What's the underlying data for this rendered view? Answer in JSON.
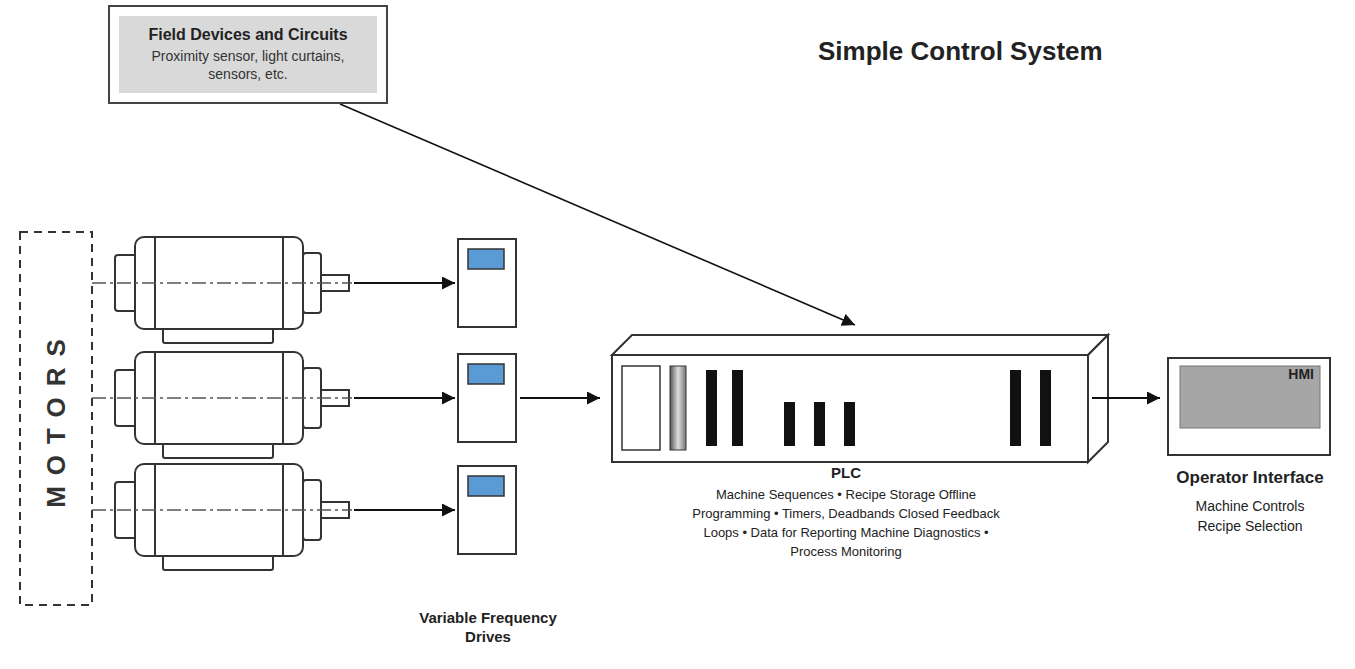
{
  "diagram": {
    "title": "Simple Control System",
    "nodes": [
      {
        "text": [
          "Field Devices and Circuits",
          "Proximity sensor, light curtains, sensors, etc."
        ]
      },
      {
        "text": [
          "MOTORS"
        ]
      },
      {
        "text": [
          "Variable Frequency Drives"
        ]
      },
      {
        "text": [
          "PLC",
          "Machine Sequences • Recipe Storage Offline Programming • Timers, Deadbands Closed Feedback Loops • Data for Reporting Machine Diagnostics • Process Monitoring"
        ]
      },
      {
        "text": [
          "HMI",
          "Operator Interface",
          "Machine Controls Recipe Selection"
        ]
      }
    ],
    "edges": [
      {
        "from": 0,
        "to": 3,
        "arrow": "to"
      },
      {
        "from": 1,
        "to": 2,
        "arrow": "to"
      },
      {
        "from": 1,
        "to": 2,
        "arrow": "to"
      },
      {
        "from": 1,
        "to": 2,
        "arrow": "to"
      },
      {
        "from": 2,
        "to": 3,
        "arrow": "to"
      },
      {
        "from": 3,
        "to": 4,
        "arrow": "to"
      }
    ]
  }
}
